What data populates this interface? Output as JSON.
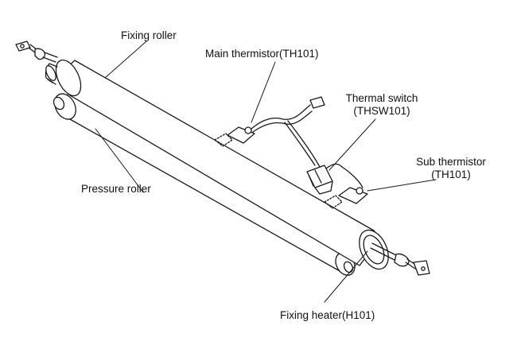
{
  "labels": {
    "fixing_roller": "Fixing roller",
    "main_thermistor": "Main thermistor(TH101)",
    "thermal_switch_line1": "Thermal switch",
    "thermal_switch_line2": "(THSW101)",
    "sub_thermistor_line1": "Sub thermistor",
    "sub_thermistor_line2": "(TH101)",
    "pressure_roller": "Pressure roller",
    "fixing_heater": "Fixing heater(H101)"
  },
  "colors": {
    "line": "#1a1a1a",
    "fill": "#ffffff"
  }
}
